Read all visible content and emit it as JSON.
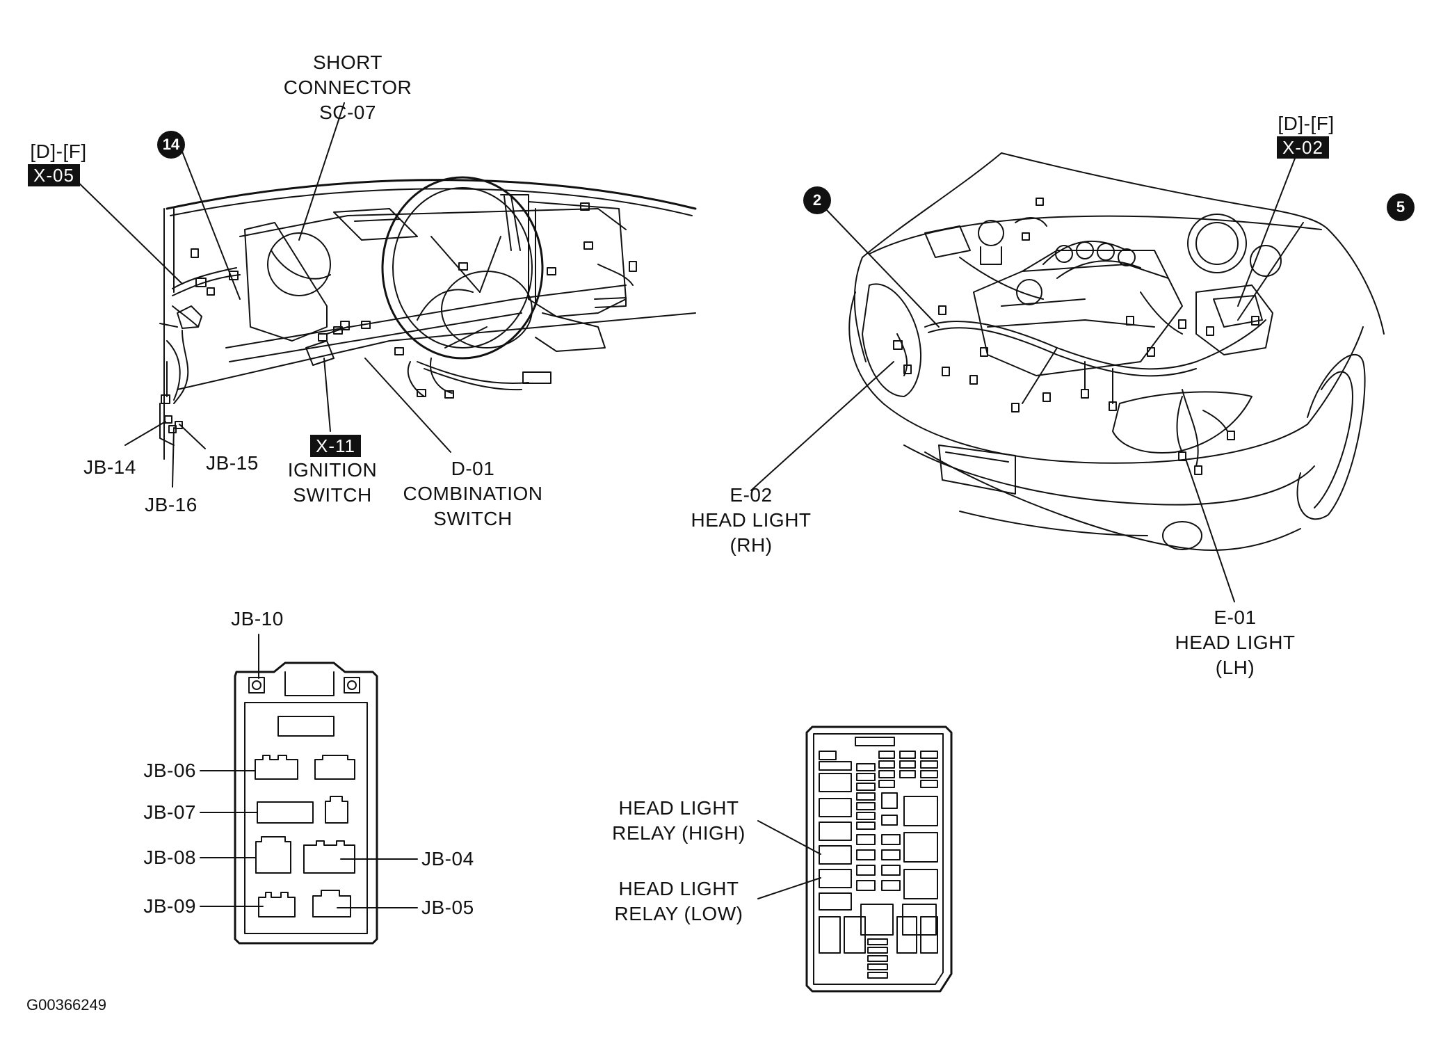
{
  "top_left": {
    "dash_ref": "[D]-[F]",
    "dash_tag": "X-05",
    "marker_14": "14",
    "short_connector": [
      "SHORT",
      "CONNECTOR",
      "SC-07"
    ],
    "jb14": "JB-14",
    "jb15": "JB-15",
    "jb16": "JB-16",
    "ignition_tag": "X-11",
    "ignition": [
      "IGNITION",
      "SWITCH"
    ],
    "combination": [
      "D-01",
      "COMBINATION",
      "SWITCH"
    ]
  },
  "top_right": {
    "engine_ref": "[D]-[F]",
    "engine_tag": "X-02",
    "marker_2": "2",
    "marker_5": "5",
    "head_rh": [
      "E-02",
      "HEAD LIGHT",
      "(RH)"
    ],
    "head_lh": [
      "E-01",
      "HEAD LIGHT",
      "(LH)"
    ]
  },
  "junction_box": {
    "jb10": "JB-10",
    "jb06": "JB-06",
    "jb07": "JB-07",
    "jb08": "JB-08",
    "jb09": "JB-09",
    "jb04": "JB-04",
    "jb05": "JB-05"
  },
  "relay_box": {
    "relay_high": [
      "HEAD LIGHT",
      "RELAY (HIGH)"
    ],
    "relay_low": [
      "HEAD LIGHT",
      "RELAY (LOW)"
    ]
  },
  "figure_code": "G00366249"
}
